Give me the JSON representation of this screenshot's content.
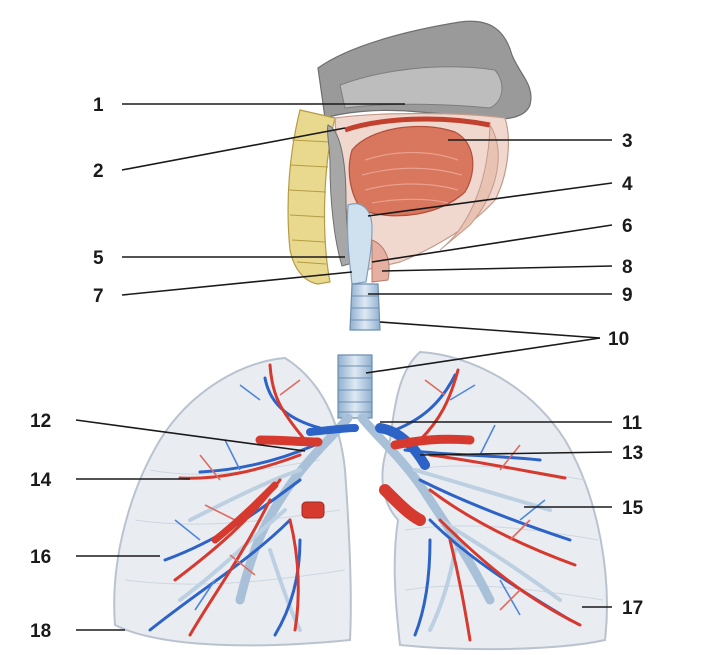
{
  "labels": [
    "1",
    "2",
    "3",
    "4",
    "5",
    "6",
    "7",
    "8",
    "9",
    "10",
    "11",
    "12",
    "13",
    "14",
    "15",
    "16",
    "17",
    "18"
  ],
  "colors": {
    "artery": "#d63a2f",
    "vein": "#2d63c6",
    "lung_fill": "#e9edf2",
    "lung_outline": "#b9c3cf",
    "bone": "#e9d98e",
    "soft_tissue": "#f1d8cf",
    "muscle": "#d8765e",
    "cavity": "#9a9a9a",
    "trachea": "#bfd2e4",
    "line": "#1a1a1a"
  }
}
